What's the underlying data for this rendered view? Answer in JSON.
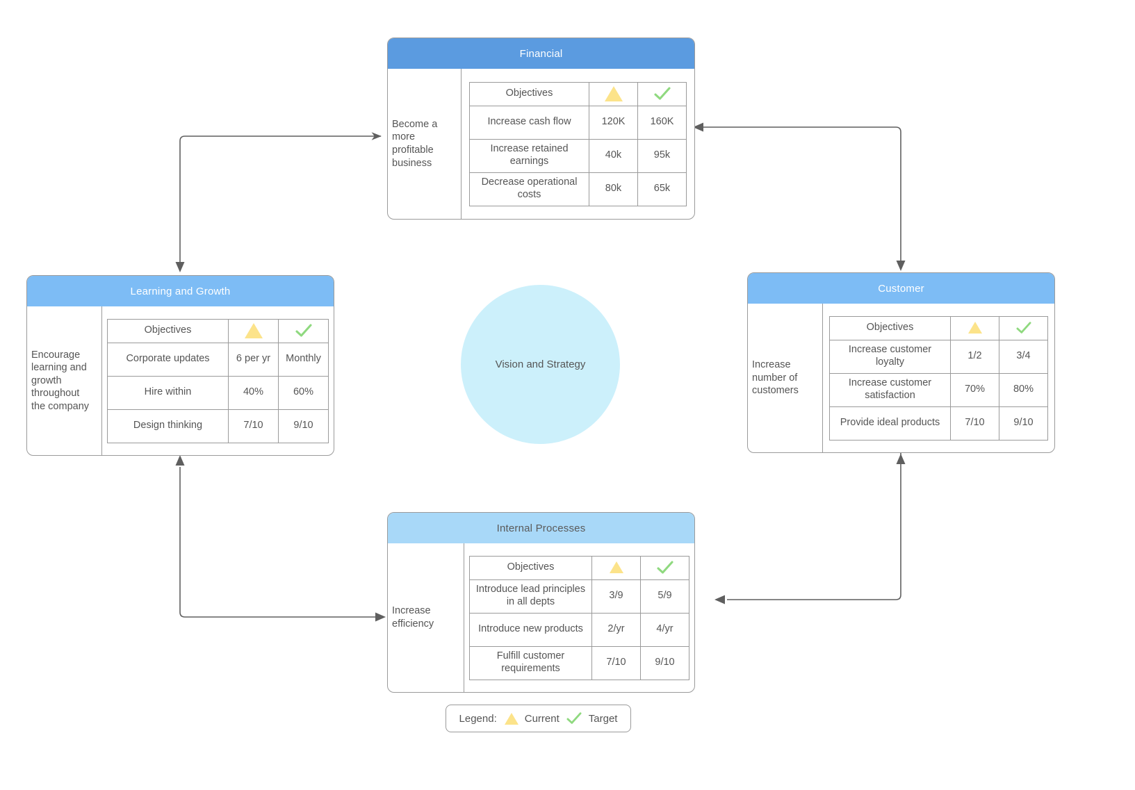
{
  "center": {
    "label": "Vision and Strategy"
  },
  "legend": {
    "title": "Legend:",
    "current_label": "Current",
    "target_label": "Target",
    "current_icon": "triangle-icon",
    "target_icon": "check-icon"
  },
  "columns": {
    "objectives": "Objectives",
    "current_icon": "triangle-icon",
    "target_icon": "check-icon"
  },
  "colors": {
    "header_financial": "#5B9BE0",
    "header_learning": "#7DBCF5",
    "header_customer": "#7DBCF5",
    "header_internal": "#A8D8F8",
    "vision_circle": "#CCF0FB",
    "current_marker": "#FCE38A",
    "target_marker": "#8FD97F",
    "border": "#9A9A9A",
    "text": "#555555",
    "connector": "#5F5F5F"
  },
  "perspectives": [
    {
      "id": "financial",
      "title": "Financial",
      "goal": "Become a more profitable business",
      "rows": [
        {
          "objective": "Increase cash flow",
          "current": "120K",
          "target": "160K"
        },
        {
          "objective": "Increase retained earnings",
          "current": "40k",
          "target": "95k"
        },
        {
          "objective": "Decrease operational costs",
          "current": "80k",
          "target": "65k"
        }
      ]
    },
    {
      "id": "learning",
      "title": "Learning and Growth",
      "goal": "Encourage learning and growth throughout the company",
      "rows": [
        {
          "objective": "Corporate updates",
          "current": "6 per yr",
          "target": "Monthly"
        },
        {
          "objective": "Hire within",
          "current": "40%",
          "target": "60%"
        },
        {
          "objective": "Design thinking",
          "current": "7/10",
          "target": "9/10"
        }
      ]
    },
    {
      "id": "customer",
      "title": "Customer",
      "goal": "Increase number of customers",
      "rows": [
        {
          "objective": "Increase customer loyalty",
          "current": "1/2",
          "target": "3/4"
        },
        {
          "objective": "Increase customer satisfaction",
          "current": "70%",
          "target": "80%"
        },
        {
          "objective": "Provide ideal products",
          "current": "7/10",
          "target": "9/10"
        }
      ]
    },
    {
      "id": "internal",
      "title": "Internal Processes",
      "goal": "Increase efficiency",
      "rows": [
        {
          "objective": "Introduce lead principles in all depts",
          "current": "3/9",
          "target": "5/9"
        },
        {
          "objective": "Introduce new products",
          "current": "2/yr",
          "target": "4/yr"
        },
        {
          "objective": "Fulfill customer requirements",
          "current": "7/10",
          "target": "9/10"
        }
      ]
    }
  ]
}
